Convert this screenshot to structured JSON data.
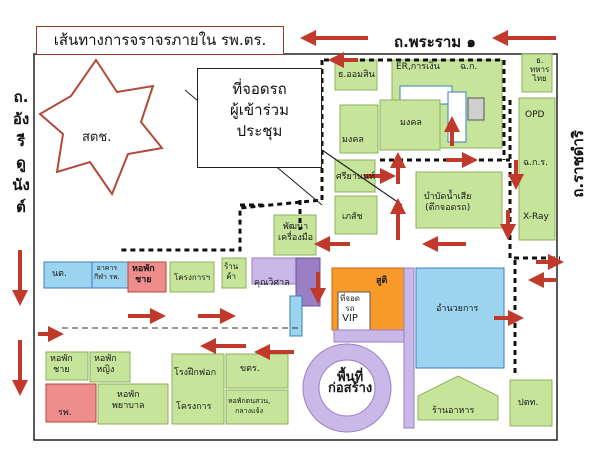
{
  "title": "เส้นทางการจราจรภายใน รพ.ตร.",
  "roads": {
    "top": "ถ.พระราม ๑",
    "left_lines": [
      "ถ.",
      "อัง",
      "รี",
      "ดู",
      "นัง",
      "ต์"
    ],
    "right": "ถ.ราชดำริ"
  },
  "legend": {
    "lines": [
      "ที่จอดรถ",
      "ผู้เข้าร่วม",
      "ประชุม"
    ]
  },
  "buildings": {
    "sotch": "สตช.",
    "ormsin": "ธ.ออมสิน",
    "er_finance": "ER,การเงิน",
    "chor_kor": "ฉ.ก.",
    "thahan_thai_1": "ธ.",
    "thahan_thai_2": "ทหาร",
    "thahan_thai_3": "ไทย",
    "opd": "OPD",
    "chor_kor_r": "ฉ.ก.ร.",
    "xray": "X-Ray",
    "mongkol_1": "มงคล",
    "mongkol_2": "มงคล",
    "srisan": "ศรียานนท์",
    "phasuk": "เภสัช",
    "bambat": [
      "บำบัดน้ำเสีย",
      "(ตึกจอดรถ)"
    ],
    "phatthana": [
      "พัฒนา",
      "เครื่องมือ"
    ],
    "nor_tor": "นต.",
    "arkan_1": "อาคาร",
    "arkan_2": "กีฬา รพ.",
    "hor_chai_1": "หอพัก",
    "hor_chai_2": "ชาย",
    "khrong_kan": "โครงการฯ",
    "ran_kha_1": "ร้าน",
    "ran_kha_2": "ค้า",
    "khunwisan": "คุณวิศาล",
    "suti": "สูติ",
    "vip_1": "ที่จอด",
    "vip_2": "รถ",
    "vip_3": "VIP",
    "amnuaykan": "อำนวยการ",
    "hor_chai_b_1": "หอพัก",
    "hor_chai_b_2": "ชาย",
    "hor_ying_1": "หอพัก",
    "hor_ying_2": "หญิง",
    "rong_fuek": "โรงฝึกฟอก",
    "khor_tor": "ขตร.",
    "hor_nurse_1": "หอพัก",
    "hor_nurse_2": "พยาบาล",
    "khrong_kan_b": "โครงการ",
    "hor_kan_1": "หอพักตนสวน,",
    "hor_kan_2": "กลางแจ้ง",
    "ror_por": "รพ.",
    "construction": [
      "พื้นที่",
      "ก่อสร้าง"
    ],
    "ran_arhan": "ร้านอาหาร",
    "por_tor": "ปตท."
  },
  "colors": {
    "green": "#c6e59b",
    "green_border": "#8fb05c",
    "blue": "#9cd3ef",
    "pink": "#ef8c8c",
    "orange": "#f79a2a",
    "purple": "#9b7fc4",
    "lavender": "#c9b8e8",
    "arrow": "#c0392b",
    "dash": "#111111"
  }
}
